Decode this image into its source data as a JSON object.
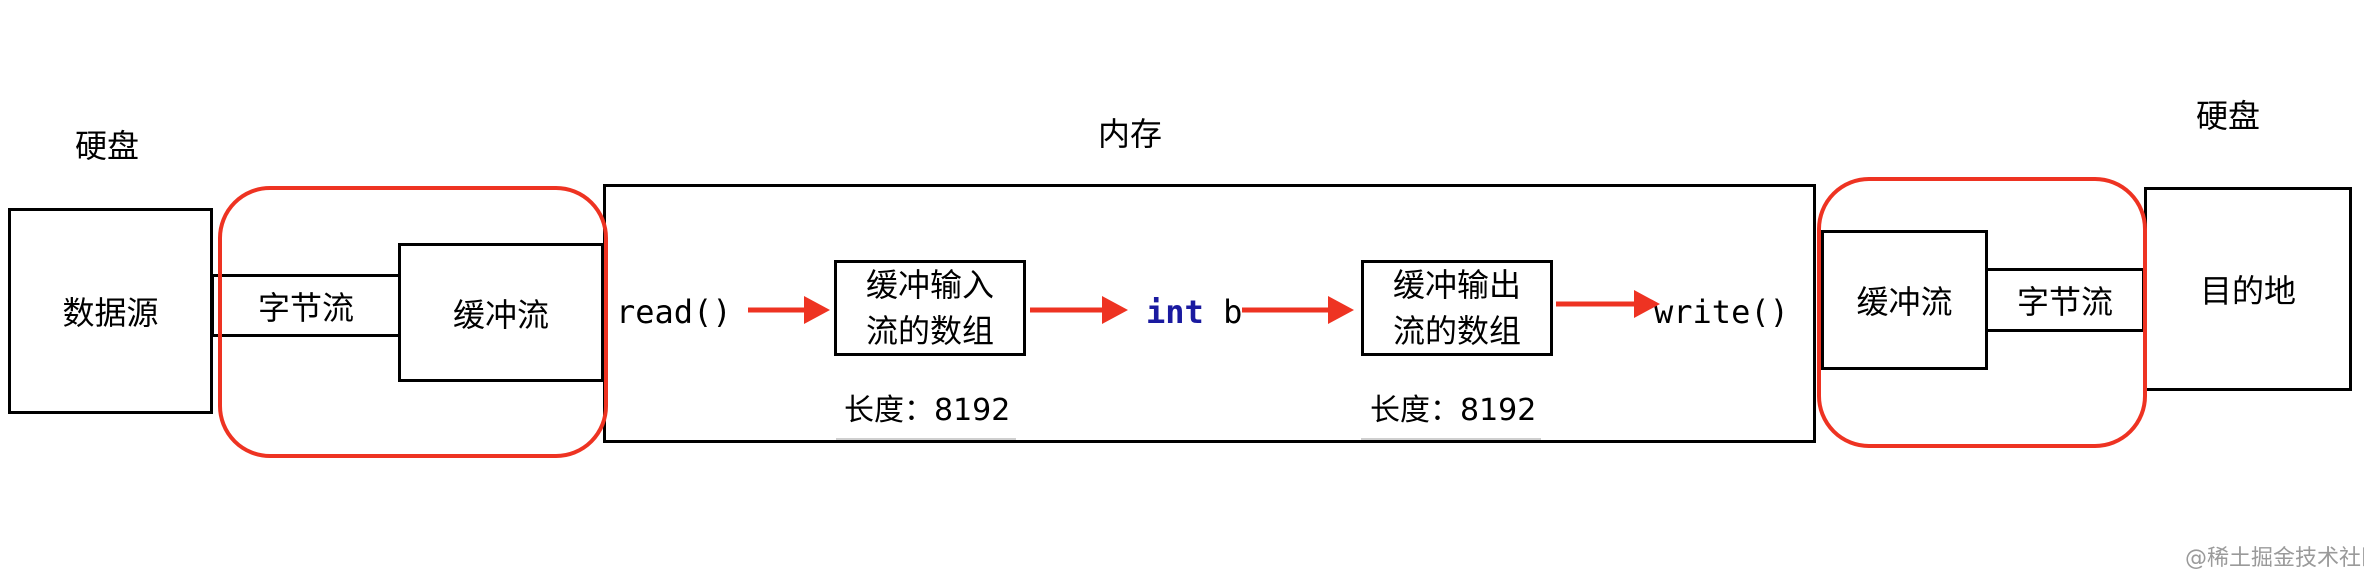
{
  "labels": {
    "disk_left": "硬盘",
    "disk_right": "硬盘",
    "memory": "内存"
  },
  "left": {
    "source": "数据源",
    "byte_stream": "字节流",
    "buffer_stream": "缓冲流"
  },
  "middle": {
    "read_call": "read()",
    "input_array_line1": "缓冲输入",
    "input_array_line2": "流的数组",
    "int_keyword": "int",
    "int_var": " b",
    "output_array_line1": "缓冲输出",
    "output_array_line2": "流的数组",
    "write_call": "write()",
    "length_input": "长度：8192",
    "length_output": "长度：8192"
  },
  "right": {
    "buffer_stream": "缓冲流",
    "byte_stream": "字节流",
    "destination": "目的地"
  },
  "watermark": "@稀土掘金技术社区",
  "colors": {
    "highlight_red": "#ee3322",
    "arrow_red": "#ee3322",
    "keyword_blue": "#1a1aa0"
  }
}
